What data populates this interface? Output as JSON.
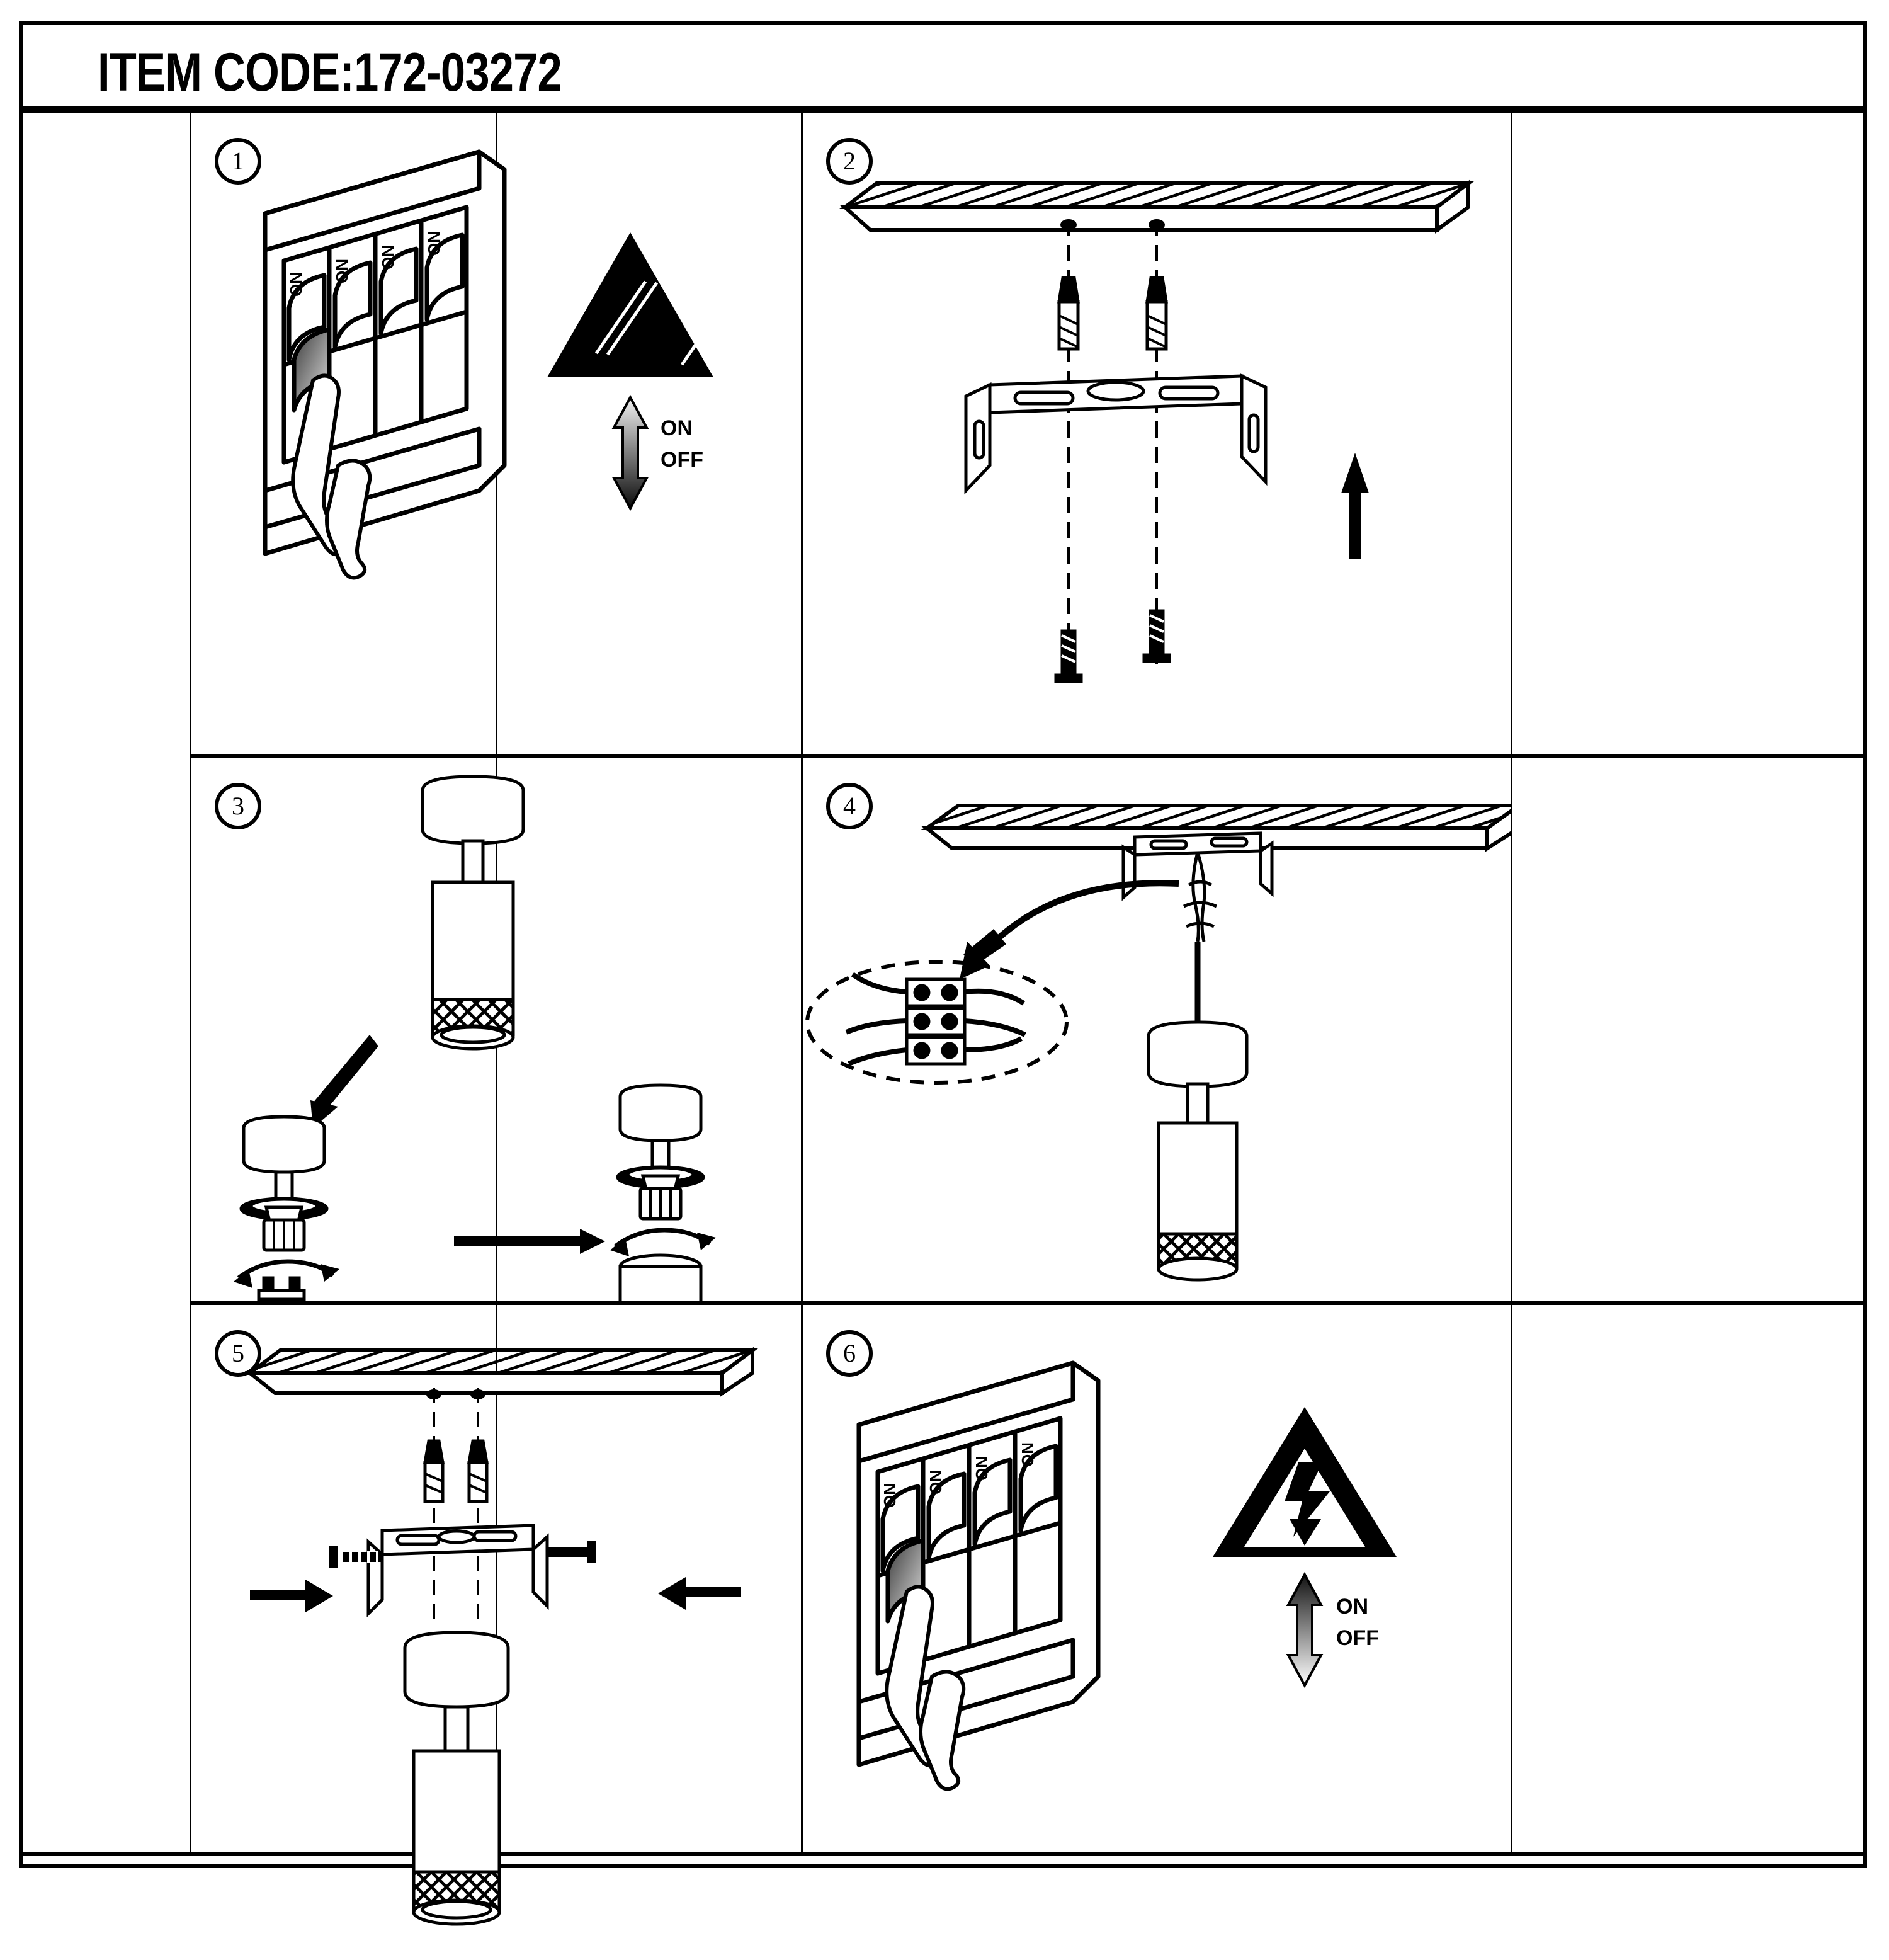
{
  "document": {
    "title": "ITEM CODE:172-03272",
    "type": "installation-instruction-sheet",
    "product": "GU10 surface mounted cylinder spotlight"
  },
  "colors": {
    "ink": "#000000",
    "paper": "#ffffff",
    "gradient_light": "#e8e8e8",
    "gradient_dark": "#101010"
  },
  "steps": [
    {
      "number": "1",
      "marker": "1",
      "caption": "",
      "elements": {
        "switch_labels": [
          "ON",
          "ON",
          "ON",
          "ON"
        ],
        "warning_icon": "solid-black-triangle-icon",
        "arrow_icon": "double-headed-vertical-arrow-icon",
        "arrow_labels": {
          "top": "ON",
          "bottom": "OFF"
        }
      }
    },
    {
      "number": "2",
      "marker": "2",
      "caption": "",
      "elements": {
        "ceiling": "hatched-ceiling-slab",
        "bracket": "u-shaped-mounting-bracket",
        "fasteners": [
          "wall-plug",
          "wall-plug",
          "screw",
          "screw"
        ],
        "arrow_icon": "solid-up-arrow-icon"
      }
    },
    {
      "number": "3",
      "marker": "3",
      "caption": "",
      "elements": {
        "assembled_lamp": "cylinder-spotlight-with-mesh-band",
        "lamp_holder": "gu10-lamp-holder",
        "bulb": "gu10-reflector-bulb",
        "body": "cylinder-body-with-mesh-band",
        "arrows": [
          "diagonal-insert-arrow-icon",
          "rotate-arrow-icon",
          "right-arrow-icon",
          "rotate-arrow-icon"
        ]
      }
    },
    {
      "number": "4",
      "marker": "4",
      "caption": "",
      "elements": {
        "ceiling": "hatched-ceiling-slab",
        "bracket": "mounted-bracket",
        "callout": "dashed-ellipse-callout",
        "terminal_block": "three-way-terminal-block",
        "arrow_icon": "curved-callout-arrow-icon",
        "lamp": "hanging-cylinder-spotlight"
      }
    },
    {
      "number": "5",
      "marker": "5",
      "caption": "",
      "elements": {
        "ceiling": "hatched-ceiling-slab",
        "bracket": "mounted-bracket",
        "fasteners": [
          "side-screw",
          "side-screw"
        ],
        "arrows": [
          "right-arrow-icon",
          "left-arrow-icon"
        ],
        "lamp": "cylinder-spotlight"
      }
    },
    {
      "number": "6",
      "marker": "6",
      "caption": "",
      "elements": {
        "switch_labels": [
          "ON",
          "ON",
          "ON",
          "ON"
        ],
        "warning_icon": "electrical-hazard-triangle-icon",
        "arrow_icon": "double-headed-vertical-arrow-icon",
        "arrow_labels": {
          "top": "ON",
          "bottom": "OFF"
        }
      }
    }
  ]
}
